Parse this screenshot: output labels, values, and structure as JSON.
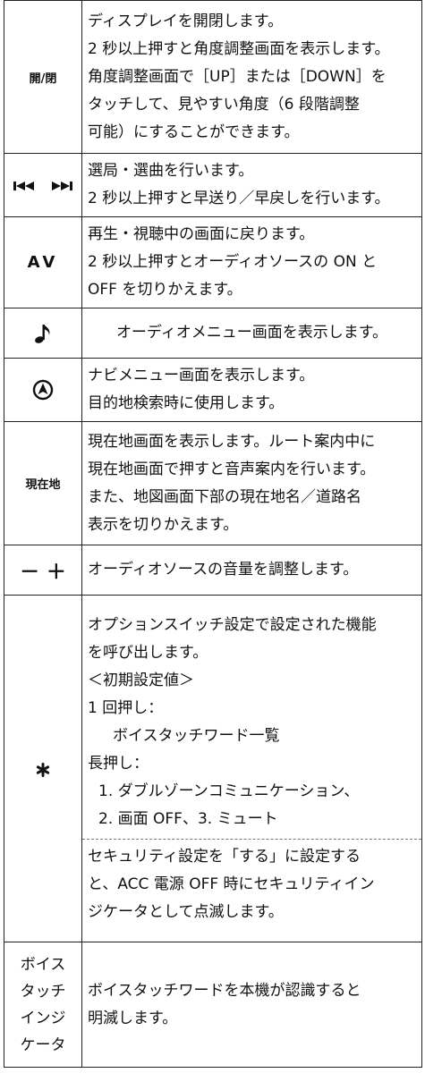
{
  "rows": [
    {
      "key": "開/閉",
      "lines": [
        "ディスプレイを開閉します。",
        "2 秒以上押すと角度調整画面を表示します。",
        "角度調整画面で［UP］または［DOWN］を",
        "タッチして、見やすい角度（6 段階調整",
        "可能）にすることができます。"
      ]
    },
    {
      "key_icon": "prev-next-icon",
      "lines": [
        "選局・選曲を行います。",
        "2 秒以上押すと早送り／早戻しを行います。"
      ]
    },
    {
      "key": "AV",
      "lines": [
        "再生・視聴中の画面に戻ります。",
        "2 秒以上押すとオーディオソースの ON と",
        "OFF を切りかえます。"
      ]
    },
    {
      "key_icon": "music-note-icon",
      "lines": [
        "オーディオメニュー画面を表示します。"
      ]
    },
    {
      "key_icon": "navi-icon",
      "lines": [
        "ナビメニュー画面を表示します。",
        "目的地検索時に使用します。"
      ]
    },
    {
      "key": "現在地",
      "lines": [
        "現在地画面を表示します。ルート案内中に",
        "現在地画面で押すと音声案内を行います。",
        "また、地図画面下部の現在地名／道路名",
        "表示を切りかえます。"
      ]
    },
    {
      "key": "－  ＋",
      "lines": [
        "オーディオソースの音量を調整します。"
      ]
    },
    {
      "key_icon": "asterisk-icon",
      "lines": [
        "オプションスイッチ設定で設定された機能",
        "を呼び出します。",
        "＜初期設定値＞",
        "1 回押し：",
        "ボイスタッチワード一覧",
        "長押し：",
        "1. ダブルゾーンコミュニケーション、",
        "2. 画面 OFF、3. ミュート"
      ],
      "lines_after_separator": [
        "セキュリティ設定を「する」に設定する",
        "と、ACC 電源 OFF 時にセキュリティイン",
        "ジケータとして点滅します。"
      ]
    },
    {
      "key_lines": [
        "ボイス",
        "タッチ",
        "インジ",
        "ケータ"
      ],
      "lines": [
        "ボイスタッチワードを本機が認識すると",
        "明滅します。"
      ]
    }
  ]
}
